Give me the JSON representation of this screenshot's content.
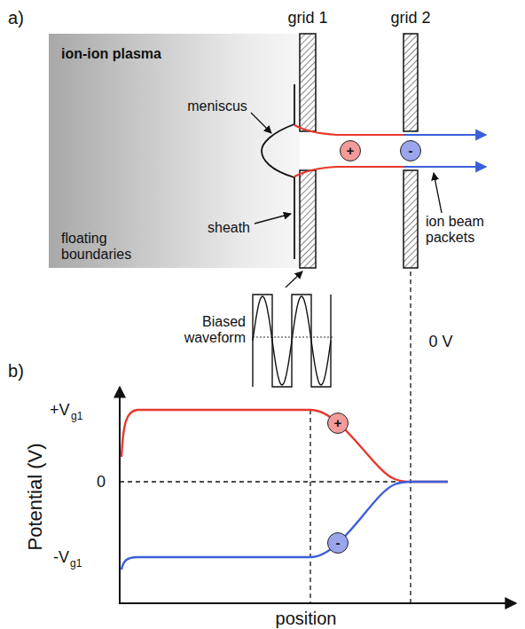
{
  "diagram": {
    "nodes": [
      {
        "text": [
          "ion-ion plasma",
          "meniscus",
          "sheath",
          "floating boundaries"
        ]
      },
      {
        "text": [
          "+"
        ]
      },
      {
        "text": [
          "-"
        ]
      },
      {
        "text": [
          "+"
        ]
      },
      {
        "text": [
          "-"
        ]
      }
    ],
    "labels": [
      "a)",
      "grid 1",
      "grid 2",
      "ion beam packets",
      "Biased waveform",
      "0 V",
      "b)",
      "Potential (V)",
      "+V",
      "g1",
      "0",
      "-V",
      "g1",
      "position"
    ]
  }
}
